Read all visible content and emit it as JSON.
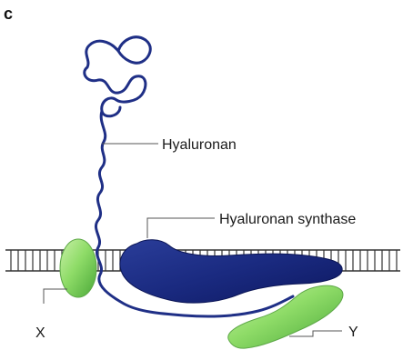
{
  "panel_label": "c",
  "labels": {
    "hyaluronan": "Hyaluronan",
    "synthase": "Hyaluronan synthase",
    "x": "X",
    "y": "Y"
  },
  "colors": {
    "chain": "#1f2f86",
    "synthase": "#1a2a80",
    "green_protein": "#7fd160",
    "membrane": "#333333"
  }
}
